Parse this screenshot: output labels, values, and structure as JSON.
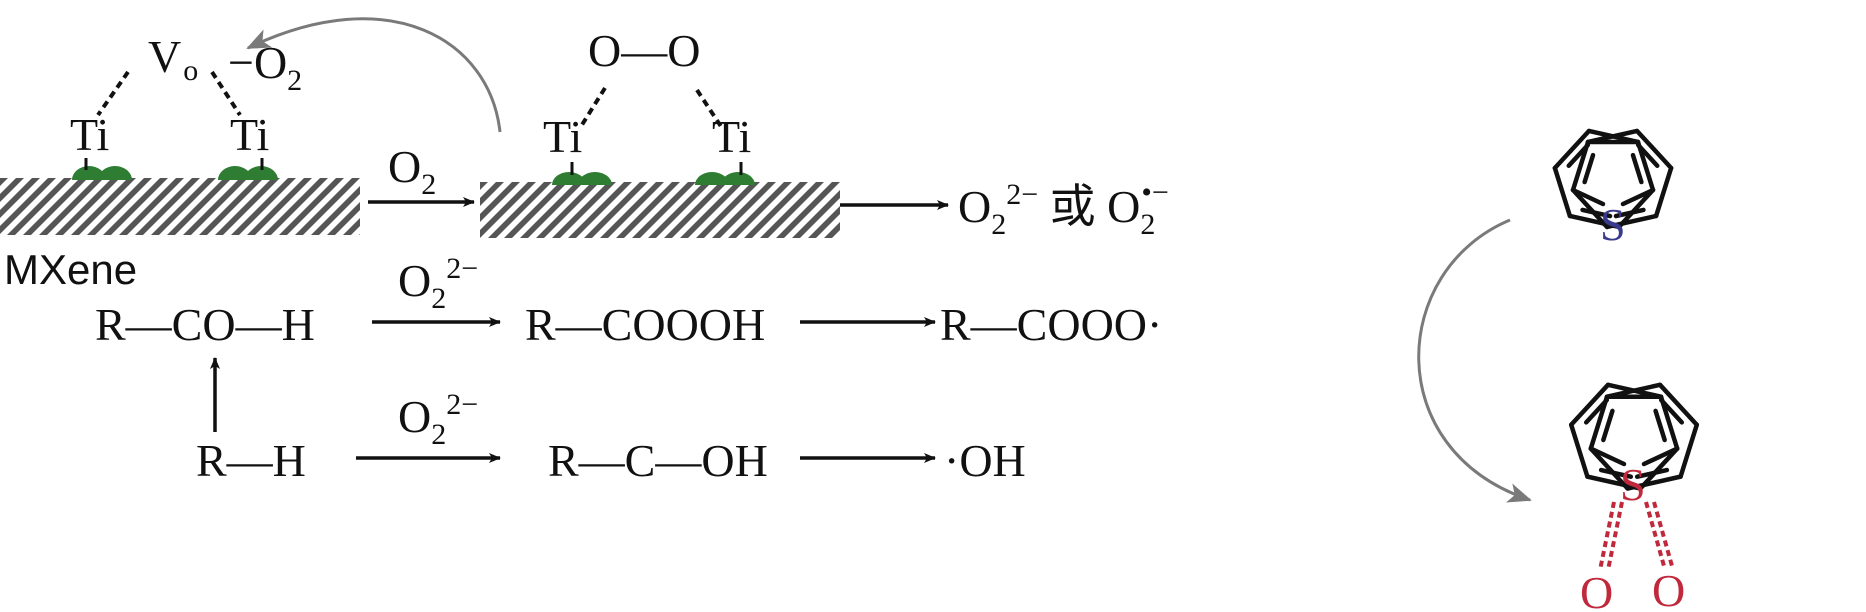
{
  "colors": {
    "ink": "#111111",
    "curve_arrow": "#7a7a7a",
    "hatch": "#555555",
    "site": "#2e7d32",
    "sulfur_blue": "#3a3a8c",
    "sulfone_red": "#c0283c"
  },
  "surface": {
    "vacancy": {
      "symbol": "V",
      "subscript": "o"
    },
    "desorb_label": {
      "prefix": "−O",
      "subscript": "2"
    },
    "ti_labels": [
      "Ti",
      "Ti",
      "Ti",
      "Ti"
    ],
    "peroxo": "O—O",
    "adsorb_label": {
      "main": "O",
      "subscript": "2"
    },
    "material_label": "MXene",
    "product": {
      "a_main": "O",
      "a_sub": "2",
      "a_sup": "2−",
      "or": " 或 ",
      "b_main": "O",
      "b_sub": "2",
      "b_sup": "•−"
    }
  },
  "row1": {
    "reactant": "R—CO—H",
    "arrow_label": {
      "main": "O",
      "subscript": "2",
      "superscript": "2−"
    },
    "intermediate": "R—COOOH",
    "product": "R—COOO·"
  },
  "row2": {
    "reactant": "R—H",
    "arrow_label": {
      "main": "O",
      "subscript": "2",
      "superscript": "2−"
    },
    "intermediate": "R—C—OH",
    "product": "·OH"
  },
  "molecules": {
    "dibenzothiophene": {
      "heteroatom": "S"
    },
    "sulfone": {
      "heteroatom": "S",
      "oxygens": [
        "O",
        "O"
      ]
    }
  }
}
